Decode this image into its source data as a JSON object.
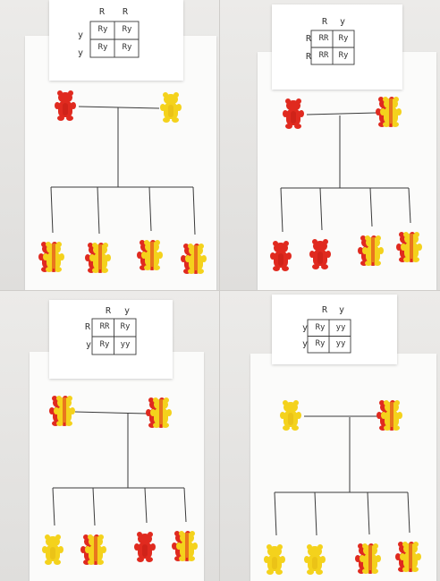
{
  "panels": [
    {
      "col_alleles": [
        "R",
        "R"
      ],
      "row_alleles": [
        "y",
        "y"
      ],
      "cells": [
        "Ry",
        "Ry",
        "Ry",
        "Ry"
      ],
      "parents": [
        "red",
        "yellow"
      ],
      "offspring": [
        "red-yellow",
        "red-yellow",
        "red-yellow",
        "red-yellow"
      ]
    },
    {
      "col_alleles": [
        "R",
        "y"
      ],
      "row_alleles": [
        "R",
        "R"
      ],
      "cells": [
        "RR",
        "Ry",
        "RR",
        "Ry"
      ],
      "parents": [
        "red",
        "red-yellow"
      ],
      "offspring": [
        "red",
        "red",
        "red-yellow",
        "red-yellow"
      ]
    },
    {
      "col_alleles": [
        "R",
        "y"
      ],
      "row_alleles": [
        "R",
        "y"
      ],
      "cells": [
        "RR",
        "Ry",
        "Ry",
        "yy"
      ],
      "parents": [
        "red-yellow",
        "red-yellow"
      ],
      "offspring": [
        "yellow",
        "red-yellow",
        "red",
        "red-yellow"
      ]
    },
    {
      "col_alleles": [
        "R",
        "y"
      ],
      "row_alleles": [
        "y",
        "y"
      ],
      "cells": [
        "Ry",
        "yy",
        "Ry",
        "yy"
      ],
      "parents": [
        "yellow",
        "red-yellow"
      ],
      "offspring": [
        "yellow",
        "yellow",
        "red-yellow",
        "red-yellow"
      ]
    }
  ],
  "colors": {
    "red": "#e02a1f",
    "red_dark": "#b3160f",
    "yellow": "#f4d21c",
    "yellow_dark": "#d9a90f",
    "line": "#3a3a3a",
    "paper": "#fbfbfa"
  }
}
